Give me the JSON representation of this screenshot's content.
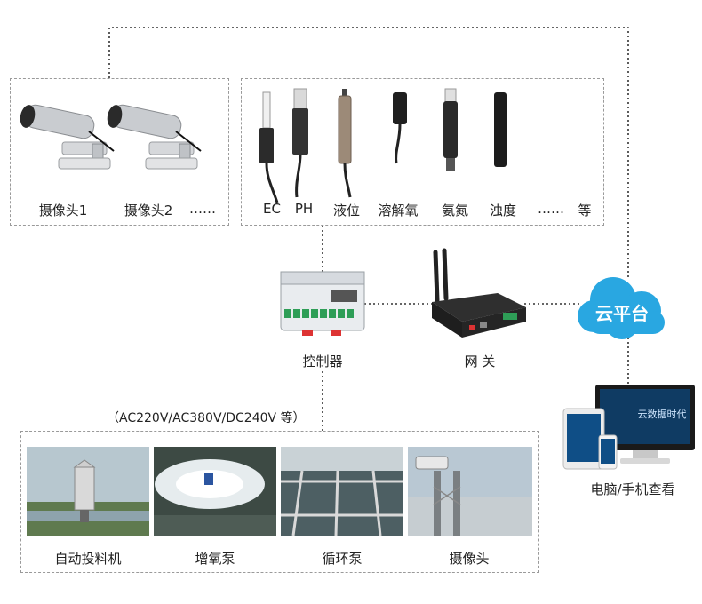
{
  "cameras": {
    "items": [
      "摄像头1",
      "摄像头2"
    ],
    "ellipsis": "……"
  },
  "sensors": {
    "items": [
      "EC",
      "PH",
      "液位",
      "溶解氧",
      "氨氮",
      "浊度"
    ],
    "ellipsis": "……",
    "etc": "等"
  },
  "controller": {
    "label": "控制器"
  },
  "gateway": {
    "label": "网 关"
  },
  "cloud": {
    "label": "云平台"
  },
  "viewer": {
    "label": "电脑/手机查看",
    "screen_text": "云数据时代"
  },
  "voltage": {
    "label": "（AC220V/AC380V/DC240V 等）"
  },
  "actuators": {
    "items": [
      "自动投料机",
      "增氧泵",
      "循环泵",
      "摄像头"
    ]
  },
  "colors": {
    "cloud": "#29a7e1",
    "dashed_line": "#333333",
    "box_border": "#9a9a9a"
  }
}
